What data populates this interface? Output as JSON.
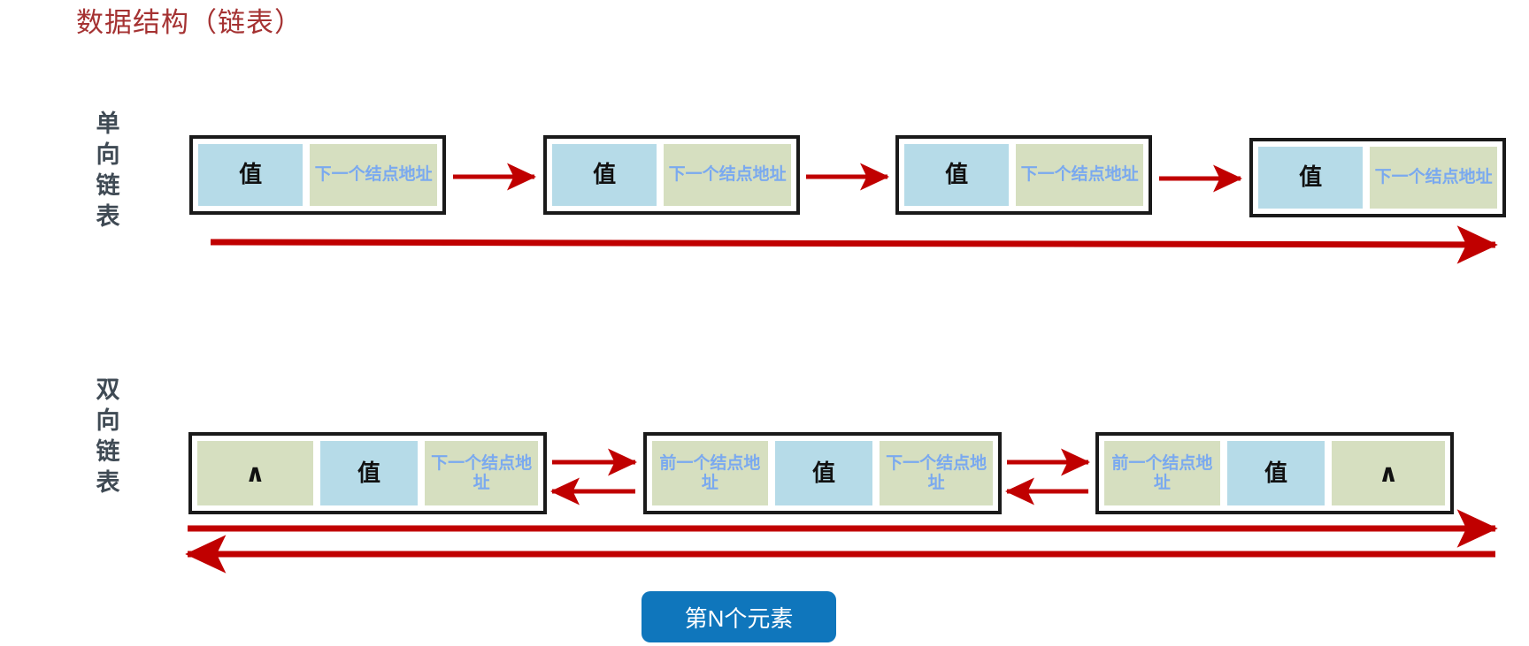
{
  "title": "数据结构（链表）",
  "colors": {
    "title": "#a53232",
    "arrow_red": "#c00000",
    "value_cell": "#b6dbe8",
    "address_cell": "#d6dfc0",
    "address_text": "#7aa9ef",
    "node_border": "#1a1a1a",
    "button_blue": "#0f76bc",
    "label_text": "#3f4a54"
  },
  "rows": [
    {
      "id": "singly",
      "label": "单向链表",
      "label_chars": [
        "单",
        "向",
        "链",
        "表"
      ],
      "nodes": [
        {
          "cells": [
            {
              "kind": "value",
              "text": "值"
            },
            {
              "kind": "address",
              "text": "下一个结点地址"
            }
          ]
        },
        {
          "cells": [
            {
              "kind": "value",
              "text": "值"
            },
            {
              "kind": "address",
              "text": "下一个结点地址"
            }
          ]
        },
        {
          "cells": [
            {
              "kind": "value",
              "text": "值"
            },
            {
              "kind": "address",
              "text": "下一个结点地址"
            }
          ]
        },
        {
          "cells": [
            {
              "kind": "value",
              "text": "值"
            },
            {
              "kind": "address",
              "text": "下一个结点地址"
            }
          ]
        }
      ],
      "connector_arrows": 3,
      "summary_arrows": [
        {
          "direction": "right"
        }
      ]
    },
    {
      "id": "doubly",
      "label": "双向链表",
      "label_chars": [
        "双",
        "向",
        "链",
        "表"
      ],
      "nodes": [
        {
          "cells": [
            {
              "kind": "caret",
              "text": "∧"
            },
            {
              "kind": "value",
              "text": "值"
            },
            {
              "kind": "address",
              "text": "下一个结点地址"
            }
          ]
        },
        {
          "cells": [
            {
              "kind": "address",
              "text": "前一个结点地址"
            },
            {
              "kind": "value",
              "text": "值"
            },
            {
              "kind": "address",
              "text": "下一个结点地址"
            }
          ]
        },
        {
          "cells": [
            {
              "kind": "address",
              "text": "前一个结点地址"
            },
            {
              "kind": "value",
              "text": "值"
            },
            {
              "kind": "caret",
              "text": "∧"
            }
          ]
        }
      ],
      "connector_arrow_pairs": 2,
      "summary_arrows": [
        {
          "direction": "right"
        },
        {
          "direction": "left"
        }
      ]
    }
  ],
  "button": {
    "label": "第N个元素"
  }
}
